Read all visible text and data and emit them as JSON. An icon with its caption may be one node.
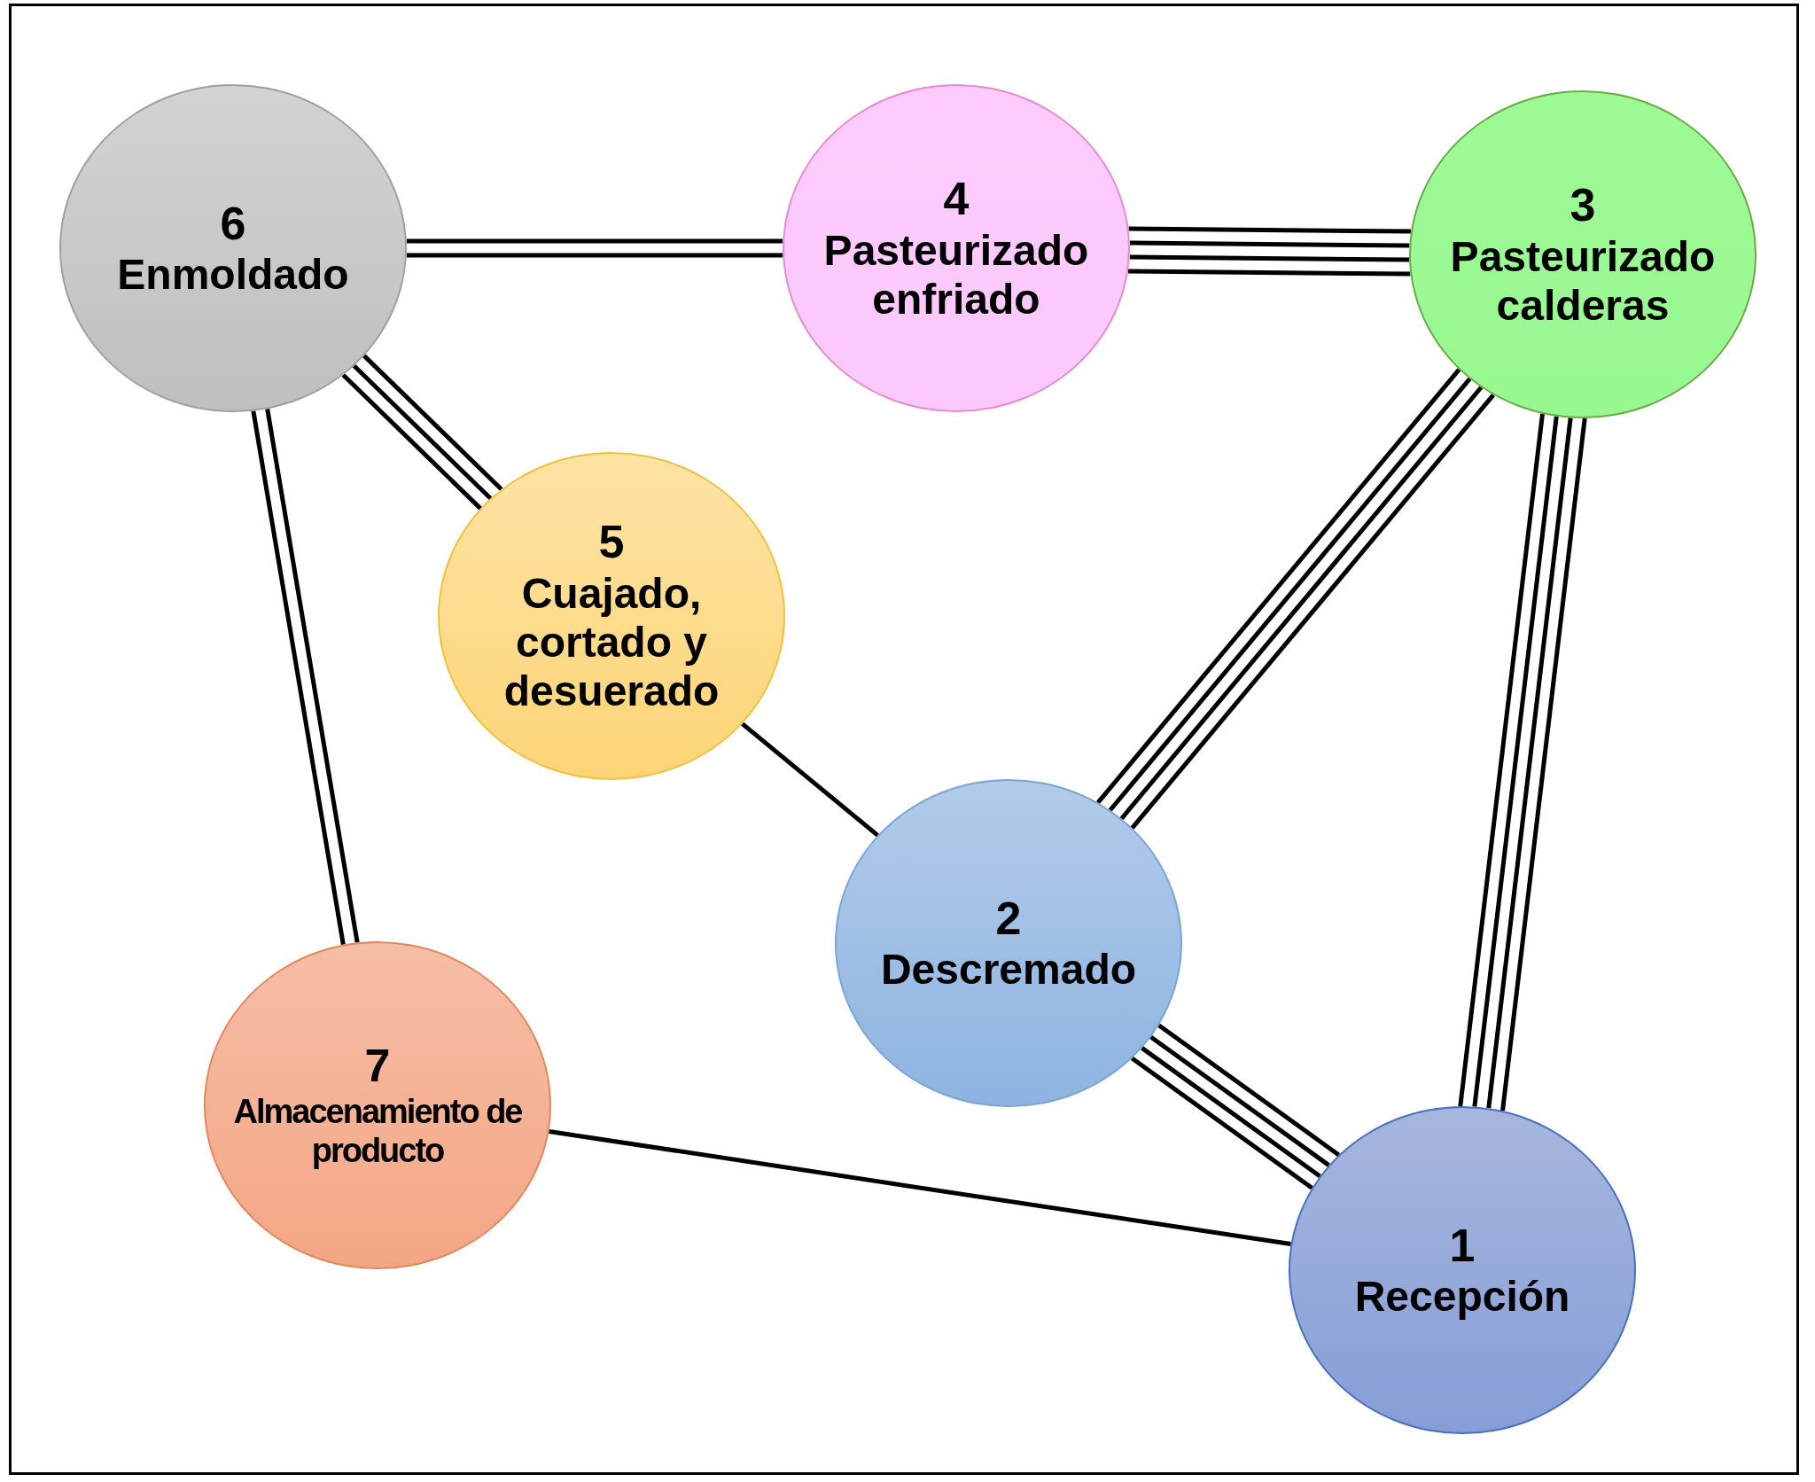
{
  "diagram": {
    "nodes": [
      {
        "text": [
          "1",
          "Recepción"
        ]
      },
      {
        "text": [
          "2",
          "Descremado"
        ]
      },
      {
        "text": [
          "3",
          "Pasteurizado calderas"
        ]
      },
      {
        "text": [
          "4",
          "Pasteurizado enfriado"
        ]
      },
      {
        "text": [
          "5",
          "Cuajado, cortado y desuerado"
        ]
      },
      {
        "text": [
          "6",
          "Enmoldado"
        ]
      },
      {
        "text": [
          "7",
          "Almacenamiento de producto"
        ]
      }
    ],
    "edges": [
      {
        "from": 5,
        "to": 3,
        "arrow": "none"
      },
      {
        "from": 5,
        "to": 3,
        "arrow": "none"
      },
      {
        "from": 3,
        "to": 2,
        "arrow": "none"
      },
      {
        "from": 3,
        "to": 2,
        "arrow": "none"
      },
      {
        "from": 3,
        "to": 2,
        "arrow": "none"
      },
      {
        "from": 3,
        "to": 2,
        "arrow": "none"
      },
      {
        "from": 5,
        "to": 4,
        "arrow": "none"
      },
      {
        "from": 5,
        "to": 4,
        "arrow": "none"
      },
      {
        "from": 5,
        "to": 4,
        "arrow": "none"
      },
      {
        "from": 5,
        "to": 6,
        "arrow": "none"
      },
      {
        "from": 5,
        "to": 6,
        "arrow": "none"
      },
      {
        "from": 4,
        "to": 1,
        "arrow": "none"
      },
      {
        "from": 2,
        "to": 1,
        "arrow": "none"
      },
      {
        "from": 2,
        "to": 1,
        "arrow": "none"
      },
      {
        "from": 2,
        "to": 1,
        "arrow": "none"
      },
      {
        "from": 2,
        "to": 1,
        "arrow": "none"
      },
      {
        "from": 2,
        "to": 0,
        "arrow": "none"
      },
      {
        "from": 2,
        "to": 0,
        "arrow": "none"
      },
      {
        "from": 2,
        "to": 0,
        "arrow": "none"
      },
      {
        "from": 2,
        "to": 0,
        "arrow": "none"
      },
      {
        "from": 1,
        "to": 0,
        "arrow": "none"
      },
      {
        "from": 1,
        "to": 0,
        "arrow": "none"
      },
      {
        "from": 1,
        "to": 0,
        "arrow": "none"
      },
      {
        "from": 1,
        "to": 0,
        "arrow": "none"
      },
      {
        "from": 6,
        "to": 0,
        "arrow": "none"
      }
    ]
  }
}
